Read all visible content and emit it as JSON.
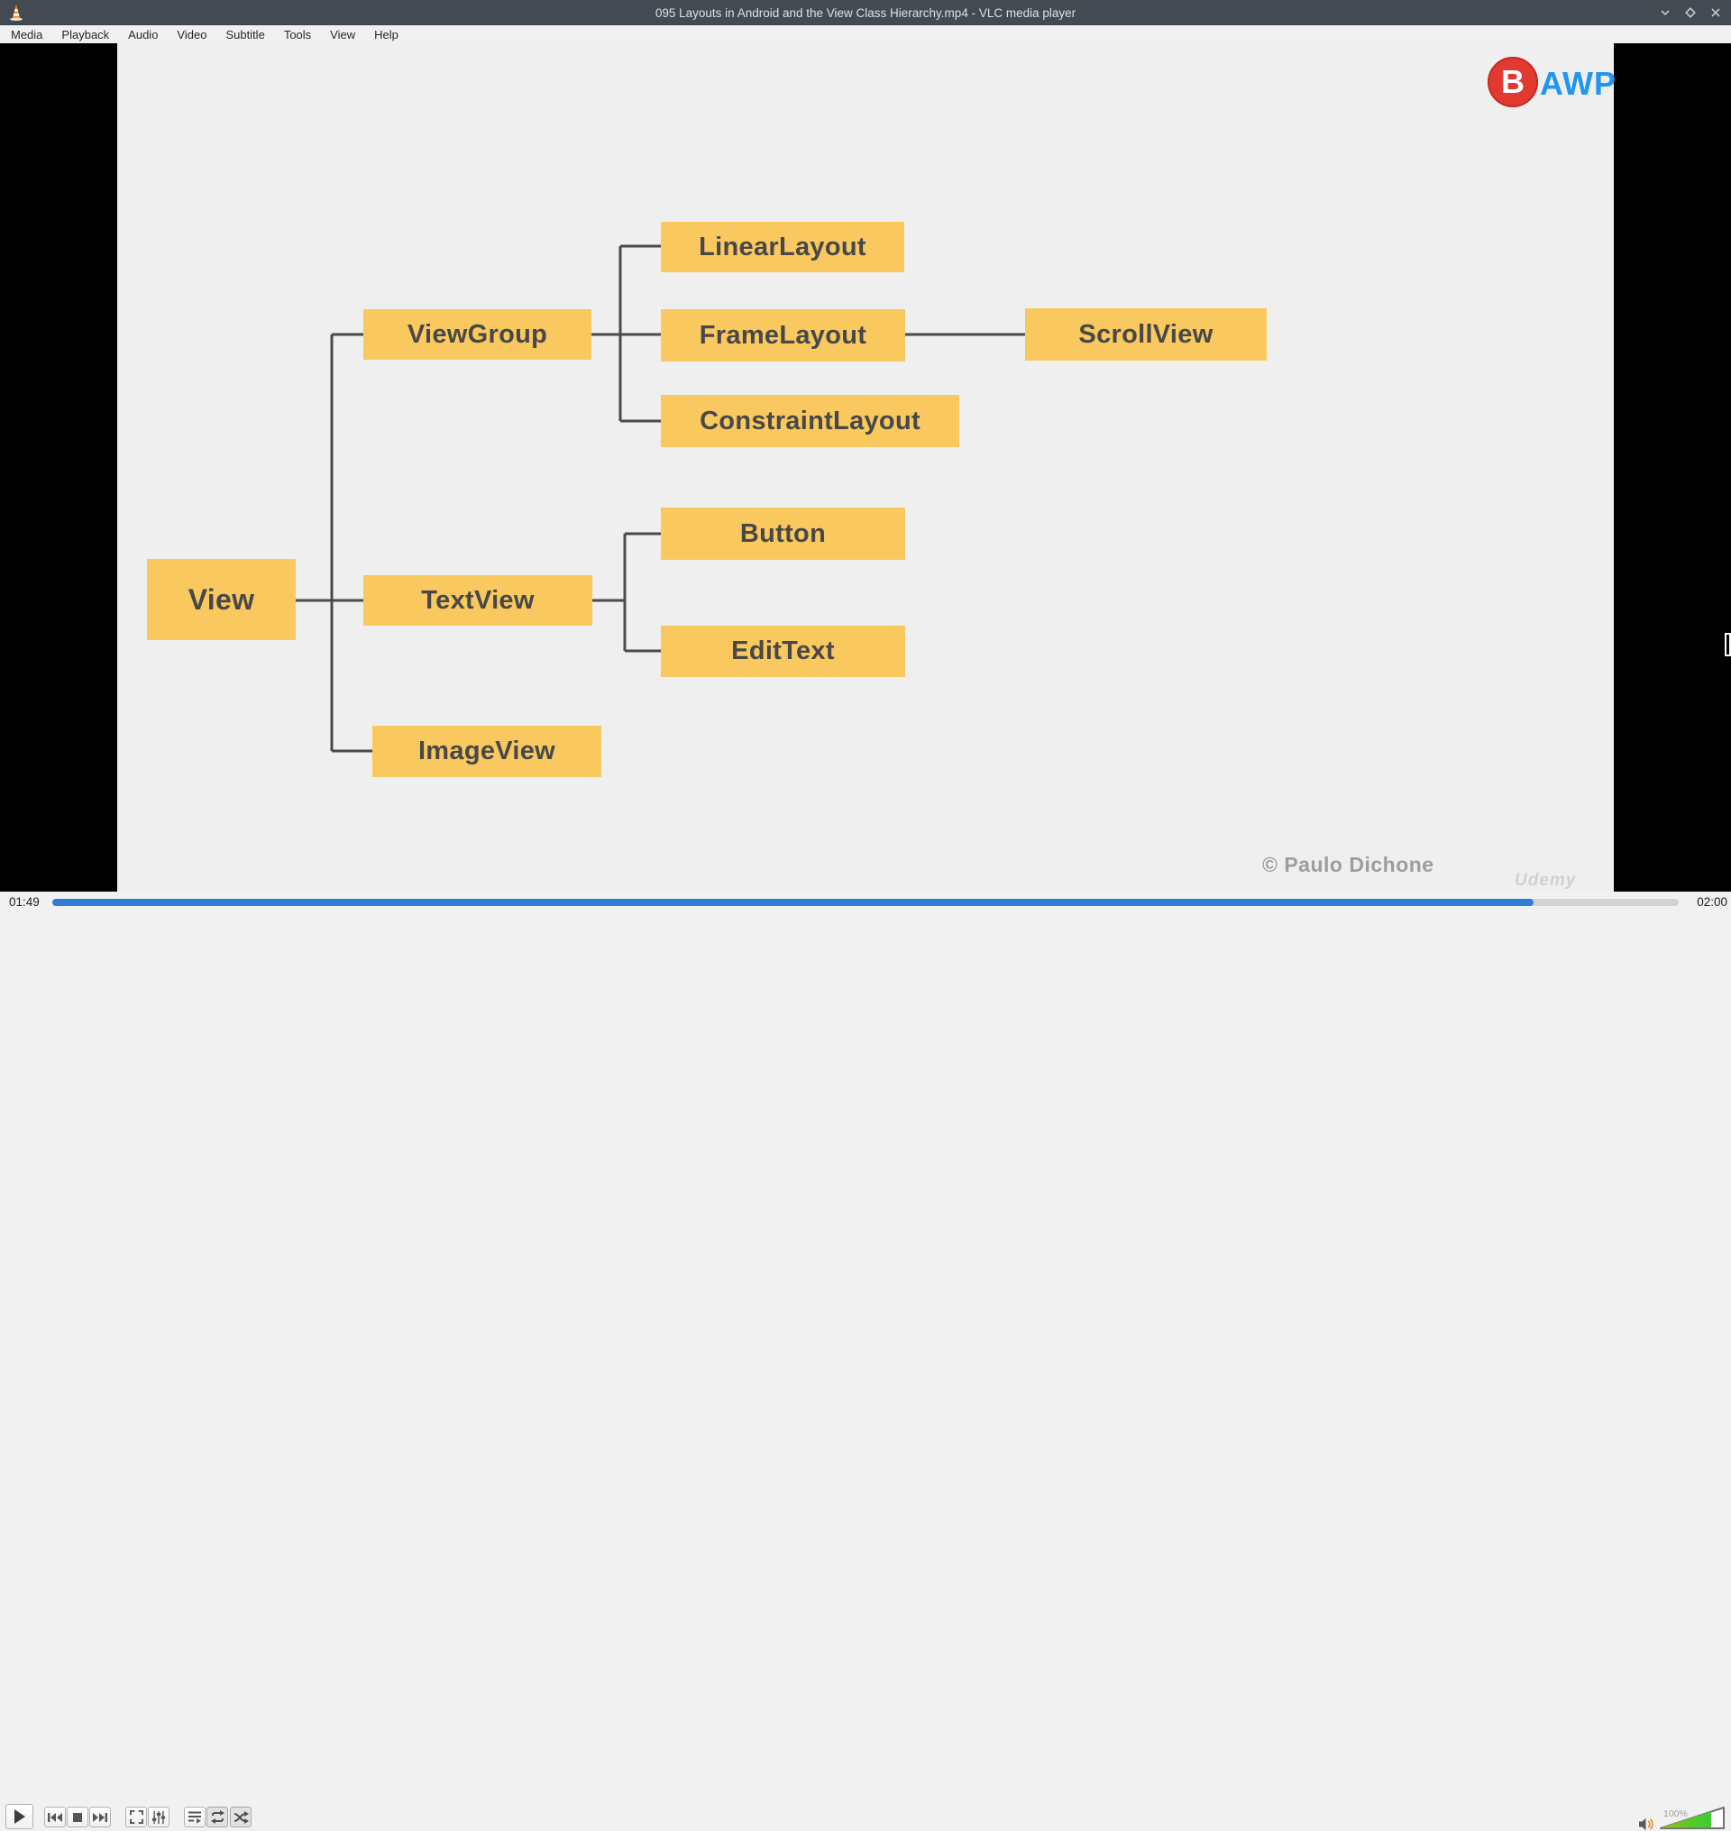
{
  "window": {
    "title": "095 Layouts in Android and the View Class Hierarchy.mp4 - VLC media player",
    "app_icon": "vlc-cone-icon",
    "controls": [
      "minimize",
      "maximize",
      "close"
    ]
  },
  "menubar": {
    "items": [
      "Media",
      "Playback",
      "Audio",
      "Video",
      "Subtitle",
      "Tools",
      "View",
      "Help"
    ]
  },
  "video_overlay": {
    "logo_b": "B",
    "logo_awp": "AWP",
    "copyright": "© Paulo Dichone",
    "watermark": "Udemy"
  },
  "diagram": {
    "type": "hierarchy",
    "nodes": [
      {
        "id": "view",
        "label": "View"
      },
      {
        "id": "viewgroup",
        "label": "ViewGroup"
      },
      {
        "id": "linearlayout",
        "label": "LinearLayout"
      },
      {
        "id": "framelayout",
        "label": "FrameLayout"
      },
      {
        "id": "constraintlayout",
        "label": "ConstraintLayout"
      },
      {
        "id": "scrollview",
        "label": "ScrollView"
      },
      {
        "id": "button",
        "label": "Button"
      },
      {
        "id": "textview",
        "label": "TextView"
      },
      {
        "id": "edittext",
        "label": "EditText"
      },
      {
        "id": "imageview",
        "label": "ImageView"
      }
    ],
    "edges": [
      "View->ViewGroup",
      "View->TextView",
      "View->ImageView",
      "ViewGroup->LinearLayout",
      "ViewGroup->FrameLayout",
      "ViewGroup->ConstraintLayout",
      "FrameLayout->ScrollView",
      "TextView->Button",
      "TextView->EditText"
    ],
    "colors": {
      "box": "#f9c85e",
      "text": "#484848",
      "line": "#4a4a4a",
      "slide_bg": "#efefef"
    }
  },
  "player": {
    "elapsed": "01:49",
    "duration": "02:00",
    "progress_pct": 91.1,
    "seek_color": "#2e7cd6",
    "controls": [
      "play",
      "previous",
      "stop",
      "next",
      "fullscreen",
      "extended-settings",
      "playlist",
      "loop",
      "random"
    ],
    "volume_label": "100%"
  }
}
